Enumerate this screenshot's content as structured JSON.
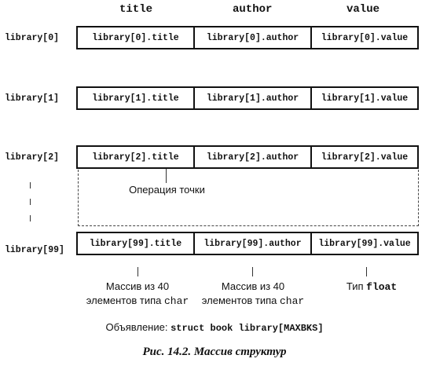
{
  "columns": {
    "title": "title",
    "author": "author",
    "value": "value"
  },
  "rows": [
    {
      "label": "library[0]",
      "title": "library[0].title",
      "author": "library[0].author",
      "value": "library[0].value"
    },
    {
      "label": "library[1]",
      "title": "library[1].title",
      "author": "library[1].author",
      "value": "library[1].value"
    },
    {
      "label": "library[2]",
      "title": "library[2].title",
      "author": "library[2].author",
      "value": "library[2].value"
    },
    {
      "label": "library[99]",
      "title": "library[99].title",
      "author": "library[99].author",
      "value": "library[99].value"
    }
  ],
  "notes": {
    "dot_operation": "Операция точки",
    "title_type_line1": "Массив из 40",
    "title_type_line2": "элементов типа",
    "title_type_code": "char",
    "author_type_line1": "Массив из 40",
    "author_type_line2": "элементов типа",
    "author_type_code": "char",
    "value_type_label": "Тип",
    "value_type_code": "float"
  },
  "declaration": {
    "label": "Объявление:",
    "code": "struct book library[MAXBKS]"
  },
  "caption": "Рис. 14.2. Массив структур"
}
